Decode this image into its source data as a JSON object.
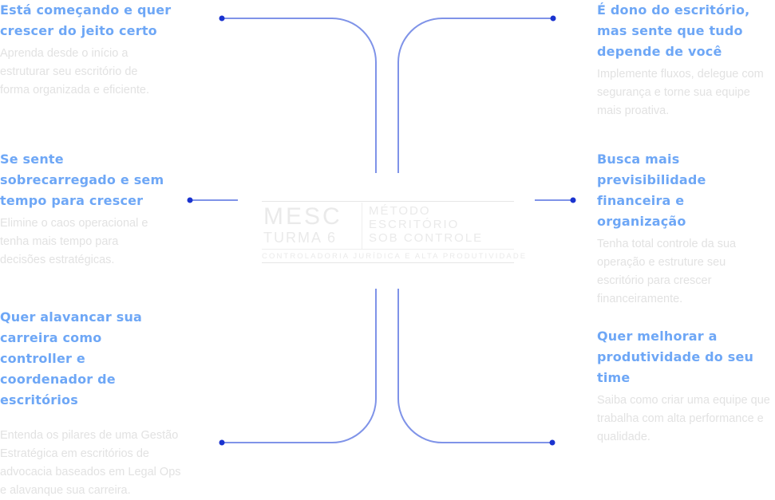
{
  "colors": {
    "heading": "#6ea7f6",
    "body": "#e2e2e2",
    "line": "#1a33cf"
  },
  "items": [
    {
      "title": "Está começando e quer crescer do jeito certo",
      "text": "Aprenda desde o início a estruturar seu escritório de forma organizada e eficiente."
    },
    {
      "title": "Se sente sobrecarregado e sem tempo para crescer",
      "text": "Elimine o caos operacional e tenha mais tempo para decisões estratégicas."
    },
    {
      "title": "Quer alavancar sua carreira como controller e coordenador de escritórios",
      "text": "Entenda os pilares de uma Gestão Estratégica em escritórios de advocacia baseados em Legal Ops e alavanque sua carreira."
    },
    {
      "title": "É dono do escritório, mas sente que tudo depende de você",
      "text": "Implemente fluxos, delegue com segurança e torne sua equipe mais proativa."
    },
    {
      "title": "Busca mais previsibilidade financeira e organização",
      "text": "Tenha total controle da sua operação e estruture seu escritório para crescer financeiramente."
    },
    {
      "title": "Quer melhorar a produtividade do seu time",
      "text": "Saiba como criar uma equipe que trabalha com alta performance e qualidade."
    }
  ],
  "logo": {
    "brand": "MESC",
    "edition": "TURMA 6",
    "line1": "MÉTODO",
    "line2": "ESCRITÓRIO",
    "line3": "SOB CONTROLE",
    "tagline": "CONTROLADORIA JURÍDICA E ALTA PRODUTIVIDADE"
  }
}
